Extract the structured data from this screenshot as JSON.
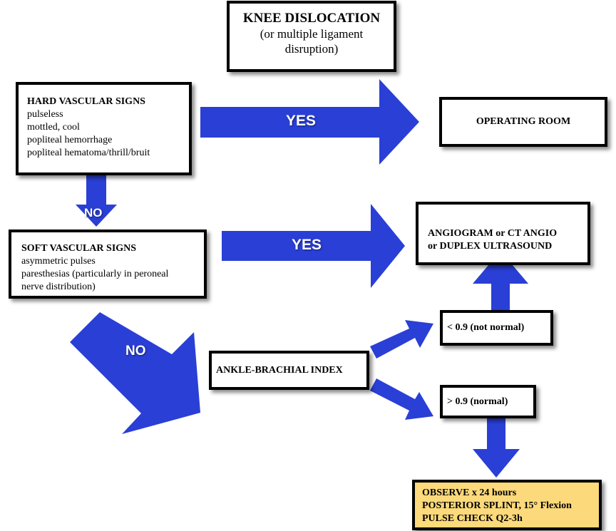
{
  "title_box": {
    "title": "KNEE DISLOCATION",
    "subtitle_line1": "(or multiple ligament",
    "subtitle_line2": "disruption)"
  },
  "hard_signs": {
    "heading": "HARD VASCULAR SIGNS",
    "items": [
      "pulseless",
      "mottled, cool",
      "popliteal hemorrhage",
      "popliteal hematoma/thrill/bruit"
    ]
  },
  "soft_signs": {
    "heading": "SOFT VASCULAR SIGNS",
    "items": [
      "asymmetric pulses",
      "paresthesias (particularly in peroneal",
      "nerve distribution)"
    ]
  },
  "operating_room": {
    "label": "OPERATING ROOM"
  },
  "imaging": {
    "line1": "ANGIOGRAM or CT ANGIO",
    "line2": "or DUPLEX ULTRASOUND"
  },
  "abi": {
    "label": "ANKLE-BRACHIAL INDEX"
  },
  "abi_low": {
    "label": "< 0.9 (not normal)"
  },
  "abi_high": {
    "label": "> 0.9 (normal)"
  },
  "observe": {
    "line1": "OBSERVE x 24 hours",
    "line2": "POSTERIOR SPLINT, 15° Flexion",
    "line3": "PULSE CHECK Q2-3h"
  },
  "arrow_labels": {
    "yes_hard": "YES",
    "no_hard": "NO",
    "yes_soft": "YES",
    "no_soft": "NO"
  },
  "colors": {
    "arrow": "#2a3fd6",
    "observe_fill": "#fcd97a"
  }
}
